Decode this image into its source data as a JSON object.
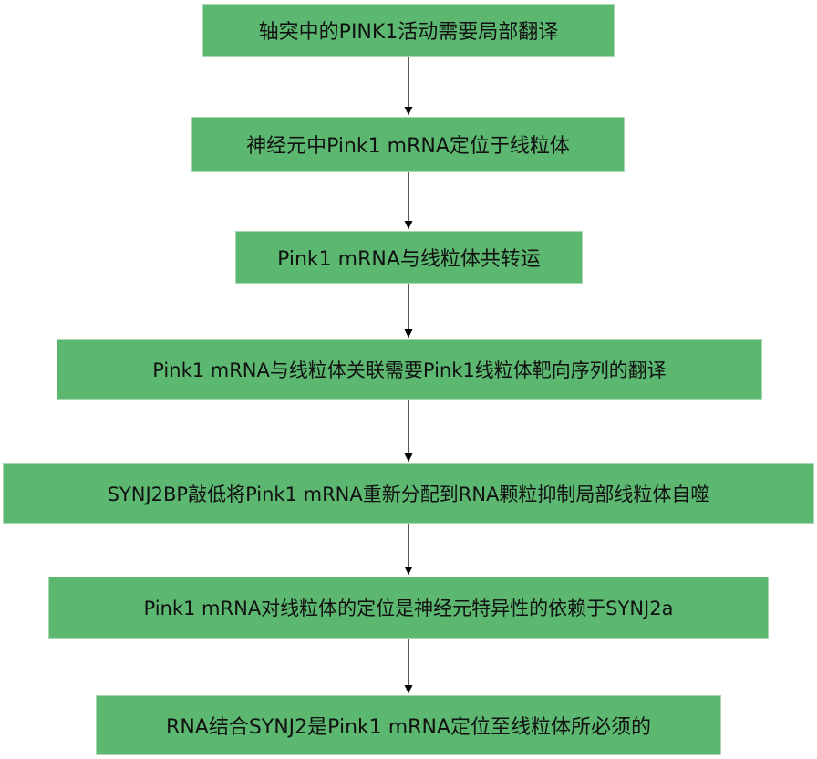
{
  "diagram": {
    "steps": [
      {
        "label": "轴突中的PINK1活动需要局部翻译"
      },
      {
        "label": "神经元中Pink1 mRNA定位于线粒体"
      },
      {
        "label": "Pink1 mRNA与线粒体共转运"
      },
      {
        "label": "Pink1 mRNA与线粒体关联需要Pink1线粒体靶向序列的翻译"
      },
      {
        "label": "SYNJ2BP敲低将Pink1 mRNA重新分配到RNA颗粒抑制局部线粒体自噬"
      },
      {
        "label": "Pink1 mRNA对线粒体的定位是神经元特异性的依赖于SYNJ2a"
      },
      {
        "label": "RNA结合SYNJ2是Pink1 mRNA定位至线粒体所必须的"
      }
    ],
    "colors": {
      "box_fill": "#5cb870",
      "box_border": "#a9d6b3",
      "arrow": "#000000"
    }
  }
}
